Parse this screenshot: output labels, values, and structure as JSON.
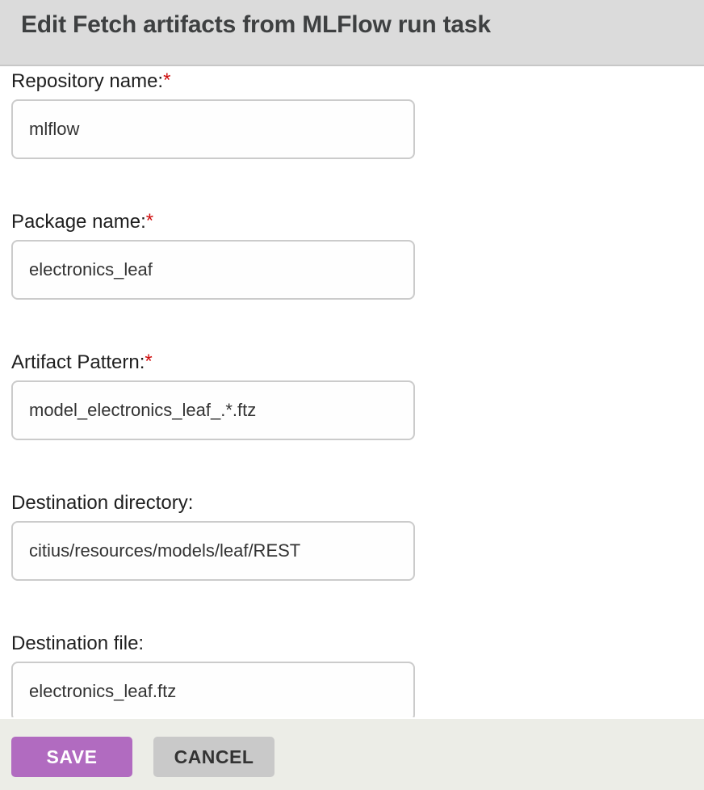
{
  "header": {
    "title": "Edit Fetch artifacts from MLFlow run task"
  },
  "form": {
    "required_marker": "*",
    "fields": [
      {
        "label": "Repository name:",
        "required": true,
        "value": "mlflow"
      },
      {
        "label": "Package name:",
        "required": true,
        "value": "electronics_leaf"
      },
      {
        "label": "Artifact Pattern:",
        "required": true,
        "value": "model_electronics_leaf_.*.ftz"
      },
      {
        "label": "Destination directory:",
        "required": false,
        "value": "citius/resources/models/leaf/REST"
      },
      {
        "label": "Destination file:",
        "required": false,
        "value": "electronics_leaf.ftz"
      }
    ]
  },
  "footer": {
    "save_label": "SAVE",
    "cancel_label": "CANCEL"
  },
  "colors": {
    "accent_purple": "#b16bc0",
    "required_red": "#cf0e0e",
    "header_bg": "#dbdbdb",
    "footer_bg": "#ecede7",
    "cancel_bg": "#c9c9c9"
  }
}
